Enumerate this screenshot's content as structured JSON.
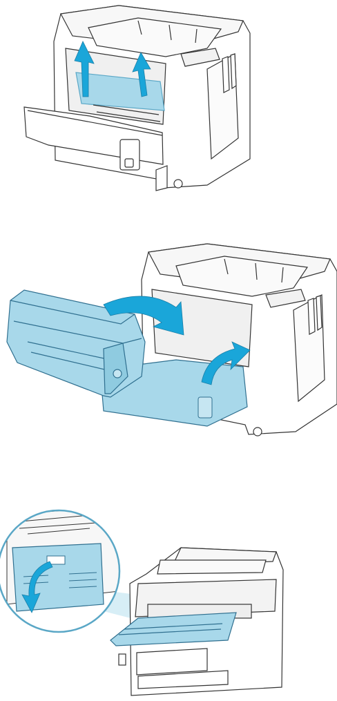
{
  "figure": {
    "steps": [
      {
        "name": "remove-jammed-paper-from-cartridge-area",
        "arrows": [
          "arrow-up",
          "arrow-up"
        ],
        "colors": {
          "highlight": "#a8d8ea",
          "arrow": "#1aa6d9",
          "outline": "#333333"
        }
      },
      {
        "name": "reinstall-print-cartridge-and-close-door",
        "arrows": [
          "arrow-curved-down",
          "arrow-curved-up"
        ],
        "colors": {
          "highlight": "#a8d8ea",
          "arrow": "#1aa6d9",
          "outline": "#333333"
        }
      },
      {
        "name": "open-rear-output-door",
        "arrows": [
          "arrow-curved-down"
        ],
        "colors": {
          "highlight": "#a8d8ea",
          "arrow": "#1aa6d9",
          "outline": "#333333"
        }
      }
    ]
  }
}
